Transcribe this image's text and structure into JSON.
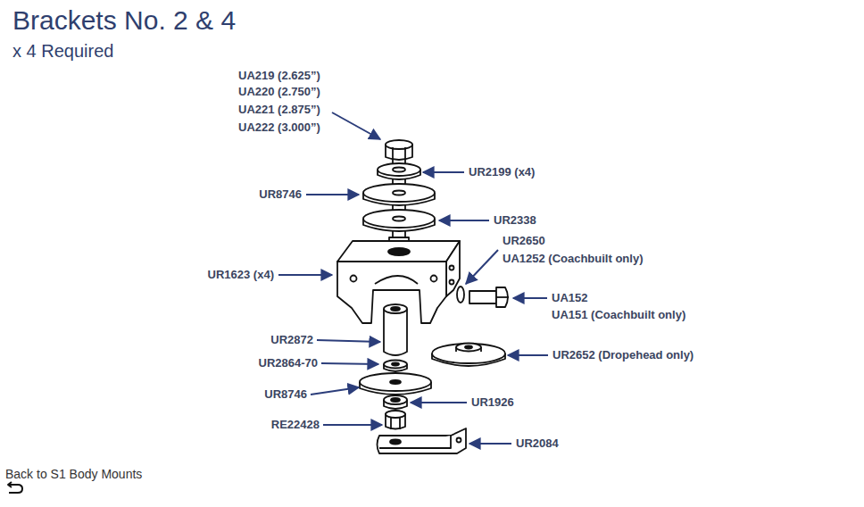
{
  "diagram": {
    "title": "Brackets No. 2 & 4",
    "labels": [
      "x 4 Required",
      "UA219 (2.625”)",
      "UA220 (2.750”)",
      "UA221 (2.875”)",
      "UA222 (3.000”)",
      "UR2199 (x4)",
      "UR8746",
      "UR2338",
      "UR2650",
      "UA1252 (Coachbuilt only)",
      "UR1623 (x4)",
      "UA152",
      "UA151 (Coachbuilt only)",
      "UR2872",
      "UR2652 (Dropehead only)",
      "UR2864-70",
      "UR8746",
      "UR1926",
      "RE22428",
      "UR2084",
      "Back to S1 Body Mounts"
    ]
  }
}
